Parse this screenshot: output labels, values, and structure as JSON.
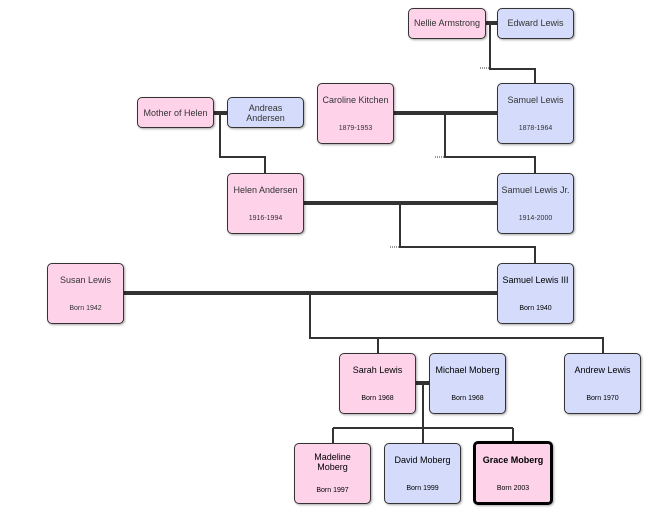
{
  "tree": {
    "people": {
      "nellie": {
        "name": "Nellie Armstrong",
        "dates": ""
      },
      "edward": {
        "name": "Edward Lewis",
        "dates": ""
      },
      "caroline": {
        "name": "Caroline Kitchen",
        "dates": "1879-1953"
      },
      "samuel_sr": {
        "name": "Samuel Lewis",
        "dates": "1878-1964"
      },
      "mother_helen": {
        "name": "Mother of Helen",
        "dates": ""
      },
      "andreas": {
        "name": "Andreas Andersen",
        "dates": ""
      },
      "helen": {
        "name": "Helen Andersen",
        "dates": "1916-1994"
      },
      "samuel_jr": {
        "name": "Samuel Lewis Jr.",
        "dates": "1914-2000"
      },
      "susan": {
        "name": "Susan Lewis",
        "dates": "Born 1942"
      },
      "samuel_iii": {
        "name": "Samuel Lewis III",
        "dates": "Born 1940"
      },
      "sarah": {
        "name": "Sarah Lewis",
        "dates": "Born 1968"
      },
      "michael": {
        "name": "Michael Moberg",
        "dates": "Born 1968"
      },
      "andrew": {
        "name": "Andrew Lewis",
        "dates": "Born 1970"
      },
      "madeline": {
        "name": "Madeline Moberg",
        "dates": "Born 1997"
      },
      "david": {
        "name": "David Moberg",
        "dates": "Born 1999"
      },
      "grace": {
        "name": "Grace Moberg",
        "dates": "Born 2003"
      }
    },
    "colors": {
      "female": "#fed3ea",
      "male": "#d5dcfb",
      "line": "#333333"
    }
  }
}
